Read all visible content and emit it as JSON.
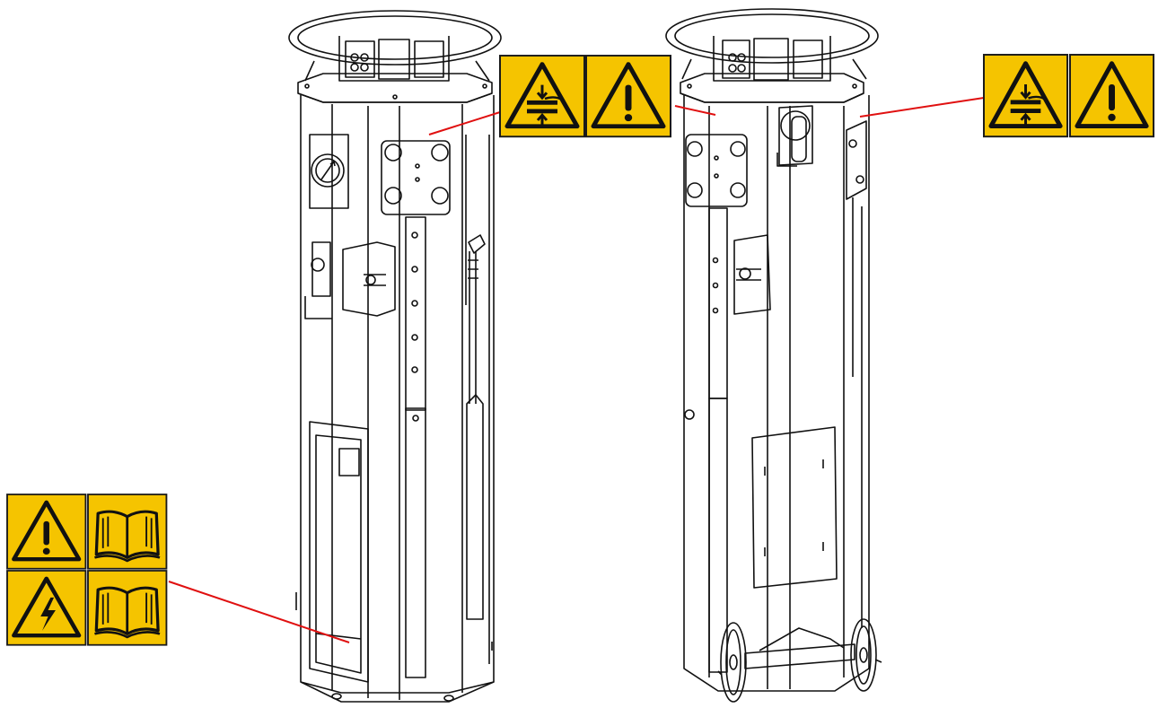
{
  "colors": {
    "sign_yellow": "#f5c400",
    "sign_border": "#1a1a1a",
    "leader_line": "#e01010",
    "drawing_line": "#111111",
    "background": "#ffffff"
  },
  "units": [
    {
      "id": "left-column",
      "view": "front",
      "has_wheels": false
    },
    {
      "id": "right-column",
      "view": "rear",
      "has_wheels": true
    }
  ],
  "warning_labels": [
    {
      "id": "left-top-label",
      "target": "left-column",
      "icons": [
        "crush-hazard-icon",
        "general-warning-icon"
      ]
    },
    {
      "id": "right-top-label",
      "target": "right-column",
      "icons": [
        "crush-hazard-icon",
        "general-warning-icon"
      ]
    },
    {
      "id": "left-bottom-label",
      "target": "left-column",
      "icons": [
        "general-warning-icon",
        "read-manual-icon",
        "electrical-hazard-icon",
        "read-manual-icon"
      ]
    }
  ]
}
